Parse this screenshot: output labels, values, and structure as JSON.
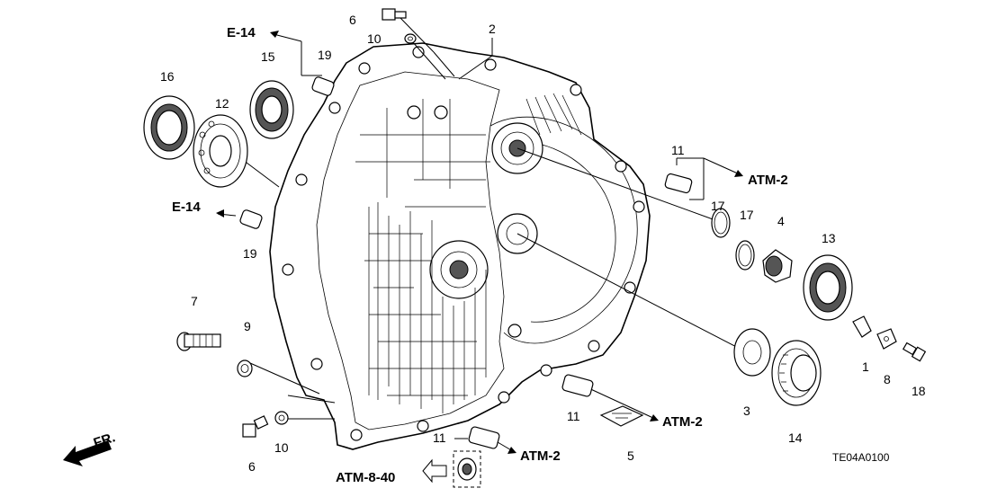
{
  "diagram": {
    "catalog_code": "TE04A0100",
    "direction_label": "FR.",
    "callouts": [
      {
        "id": "c1",
        "text": "1"
      },
      {
        "id": "c2",
        "text": "2"
      },
      {
        "id": "c3",
        "text": "3"
      },
      {
        "id": "c4",
        "text": "4"
      },
      {
        "id": "c5",
        "text": "5"
      },
      {
        "id": "c6a",
        "text": "6"
      },
      {
        "id": "c6b",
        "text": "6"
      },
      {
        "id": "c7",
        "text": "7"
      },
      {
        "id": "c8",
        "text": "8"
      },
      {
        "id": "c9",
        "text": "9"
      },
      {
        "id": "c10a",
        "text": "10"
      },
      {
        "id": "c10b",
        "text": "10"
      },
      {
        "id": "c11a",
        "text": "11"
      },
      {
        "id": "c11b",
        "text": "11"
      },
      {
        "id": "c11c",
        "text": "11"
      },
      {
        "id": "c12",
        "text": "12"
      },
      {
        "id": "c13",
        "text": "13"
      },
      {
        "id": "c14",
        "text": "14"
      },
      {
        "id": "c15",
        "text": "15"
      },
      {
        "id": "c16",
        "text": "16"
      },
      {
        "id": "c17a",
        "text": "17"
      },
      {
        "id": "c17b",
        "text": "17"
      },
      {
        "id": "c18",
        "text": "18"
      },
      {
        "id": "c19a",
        "text": "19"
      },
      {
        "id": "c19b",
        "text": "19"
      }
    ],
    "references": [
      {
        "id": "r_e14_top",
        "text": "E-14"
      },
      {
        "id": "r_e14_mid",
        "text": "E-14"
      },
      {
        "id": "r_atm2_top",
        "text": "ATM-2"
      },
      {
        "id": "r_atm2_mid",
        "text": "ATM-2"
      },
      {
        "id": "r_atm2_bot",
        "text": "ATM-2"
      },
      {
        "id": "r_atm840",
        "text": "ATM-8-40"
      }
    ]
  }
}
